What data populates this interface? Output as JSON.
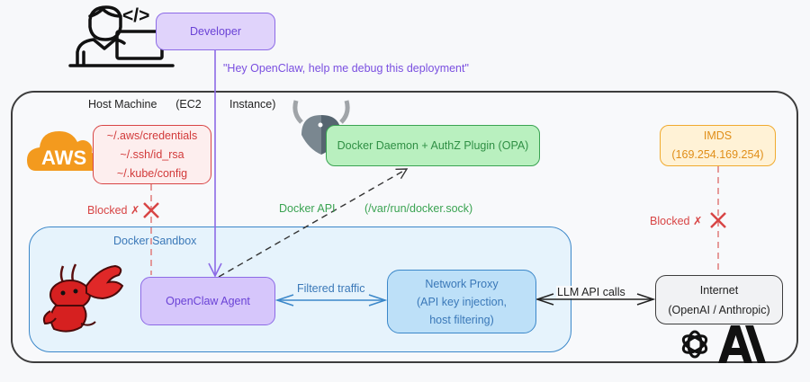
{
  "developer": {
    "label": "Developer",
    "icon": "developer-laptop-icon",
    "code_glyph": "</>",
    "prompt": "\"Hey OpenClaw, help me debug this deployment\""
  },
  "host": {
    "label": "Host Machine      (EC2         Instance)"
  },
  "aws": {
    "logo_text": "AWS",
    "credentials": [
      "~/.aws/credentials",
      "~/.ssh/id_rsa",
      "~/.kube/config"
    ],
    "blocked_label": "Blocked ✗"
  },
  "docker_daemon": {
    "label": "Docker Daemon + AuthZ Plugin (OPA)",
    "icon": "opa-viking-helmet-icon",
    "api_label": "Docker API",
    "socket_label": "(/var/run/docker.sock)"
  },
  "imds": {
    "title": "IMDS",
    "address": "(169.254.169.254)",
    "blocked_label": "Blocked ✗"
  },
  "sandbox": {
    "label": "Docker Sandbox",
    "agent_label": "OpenClaw Agent",
    "agent_icon": "lobster-mascot-icon",
    "filtered_label": "Filtered traffic",
    "proxy": {
      "lines": [
        "Network Proxy",
        "(API key injection,",
        "host filtering)"
      ]
    }
  },
  "internet": {
    "title": "Internet",
    "subtitle": "(OpenAI / Anthropic)",
    "llm_label": "LLM API calls",
    "logos": [
      "openai-logo-icon",
      "anthropic-logo-icon"
    ]
  },
  "colors": {
    "developer": "#8c6ae6",
    "blocked": "#d84545",
    "docker": "#3aa352",
    "imds": "#f0aa2e",
    "sandbox": "#3b87c9",
    "aws": "#f39a1e"
  }
}
